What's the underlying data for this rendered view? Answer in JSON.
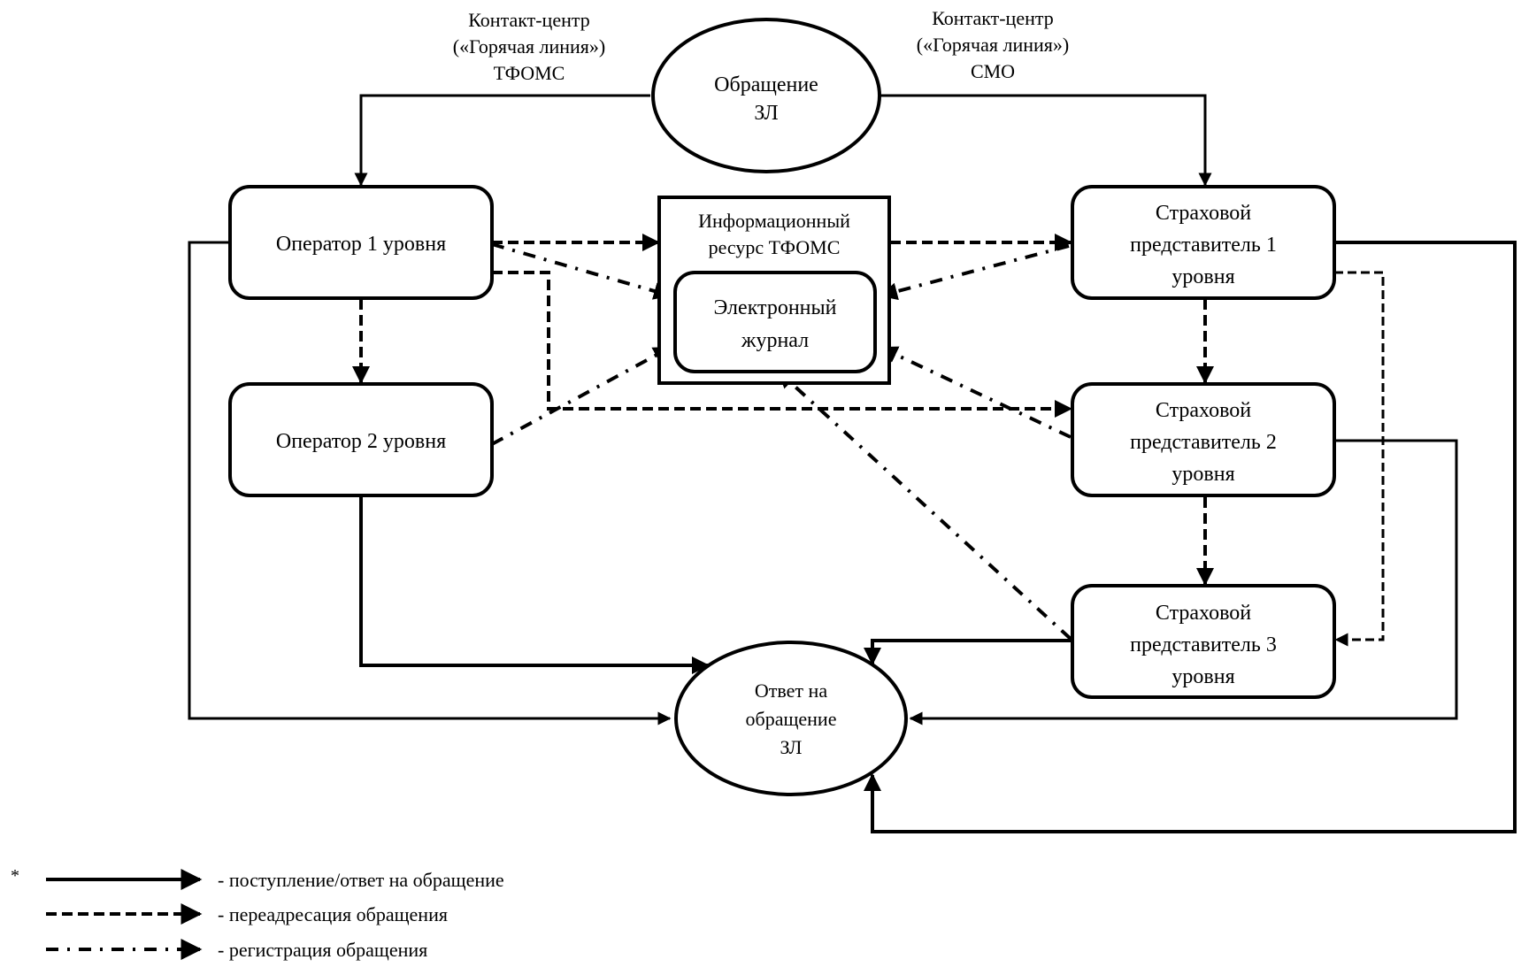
{
  "diagram": {
    "source_node": {
      "label_lines": [
        "Обращение",
        "ЗЛ"
      ]
    },
    "target_node": {
      "label_lines": [
        "Ответ на",
        "обращение",
        "ЗЛ"
      ]
    },
    "channel_left": {
      "label_lines": [
        "Контакт-центр",
        "(«Горячая линия»)",
        "ТФОМС"
      ]
    },
    "channel_right": {
      "label_lines": [
        "Контакт-центр",
        "(«Горячая линия»)",
        "СМО"
      ]
    },
    "operator_1": {
      "label": "Оператор 1 уровня"
    },
    "operator_2": {
      "label": "Оператор 2 уровня"
    },
    "info_resource": {
      "label_lines": [
        "Информационный",
        "ресурс ТФОМС"
      ]
    },
    "e_journal": {
      "label_lines": [
        "Электронный",
        "журнал"
      ]
    },
    "agent_1": {
      "label_lines": [
        "Страховой",
        "представитель 1",
        "уровня"
      ]
    },
    "agent_2": {
      "label_lines": [
        "Страховой",
        "представитель 2",
        "уровня"
      ]
    },
    "agent_3": {
      "label_lines": [
        "Страховой",
        "представитель 3",
        "уровня"
      ]
    }
  },
  "legend": {
    "marker": "*",
    "items": [
      {
        "style": "solid",
        "label": "- поступление/ответ на обращение"
      },
      {
        "style": "dashed",
        "label": "- переадресация обращения"
      },
      {
        "style": "dash-dot",
        "label": "- регистрация обращения"
      }
    ]
  }
}
